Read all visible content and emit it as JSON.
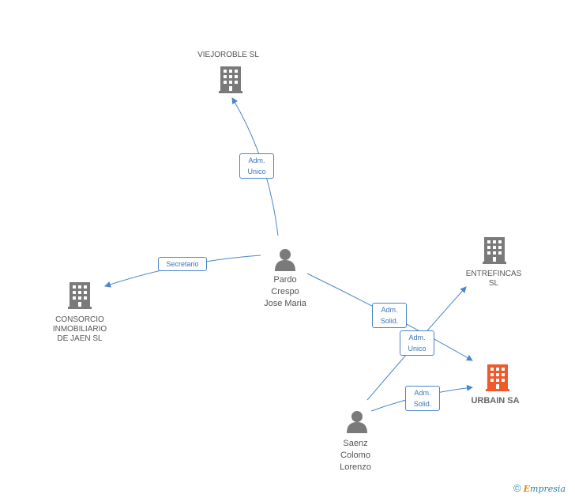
{
  "nodes": {
    "viejoroble": {
      "label": "VIEJOROBLE SL"
    },
    "consorcio": {
      "label": "CONSORCIO\nINMOBILIARIO\nDE JAEN SL"
    },
    "entrefincas": {
      "label": "ENTREFINCAS\nSL"
    },
    "urbain": {
      "label": "URBAIN SA"
    },
    "pardo": {
      "label": "Pardo\nCrespo\nJose Maria"
    },
    "saenz": {
      "label": "Saenz\nColomo\nLorenzo"
    }
  },
  "relations": {
    "pardo_viejoroble": "Adm.\nUnico",
    "pardo_consorcio": "Secretario",
    "pardo_urbain": "Adm.\nSolid.",
    "saenz_entrefincas": "Adm.\nUnico",
    "saenz_urbain": "Adm.\nSolid."
  },
  "colors": {
    "edge": "#4a86c8",
    "building": "#7a7a7a",
    "building_highlight": "#f0592a",
    "person": "#7a7a7a"
  },
  "credit": {
    "symbol": "©",
    "brand_initial": "E",
    "brand_rest": "mpresia"
  }
}
